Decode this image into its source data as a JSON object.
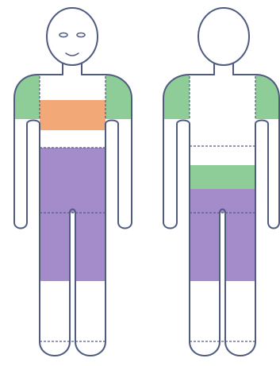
{
  "colors": {
    "background": "#ffffff",
    "outline": "#4f5b7f",
    "shoulder_green": "#8fcd98",
    "chest_orange": "#f2a877",
    "torso_legs_purple": "#a48ccb",
    "midbody_green": "#8fcd98",
    "dashed_line": "#4f5b7f"
  },
  "figures": [
    {
      "id": "front",
      "face": true,
      "regions": [
        "shoulders",
        "chest-band",
        "lower-torso-and-thighs"
      ]
    },
    {
      "id": "back",
      "face": false,
      "regions": [
        "shoulders",
        "midback-band",
        "lower-back-and-thighs"
      ]
    }
  ]
}
